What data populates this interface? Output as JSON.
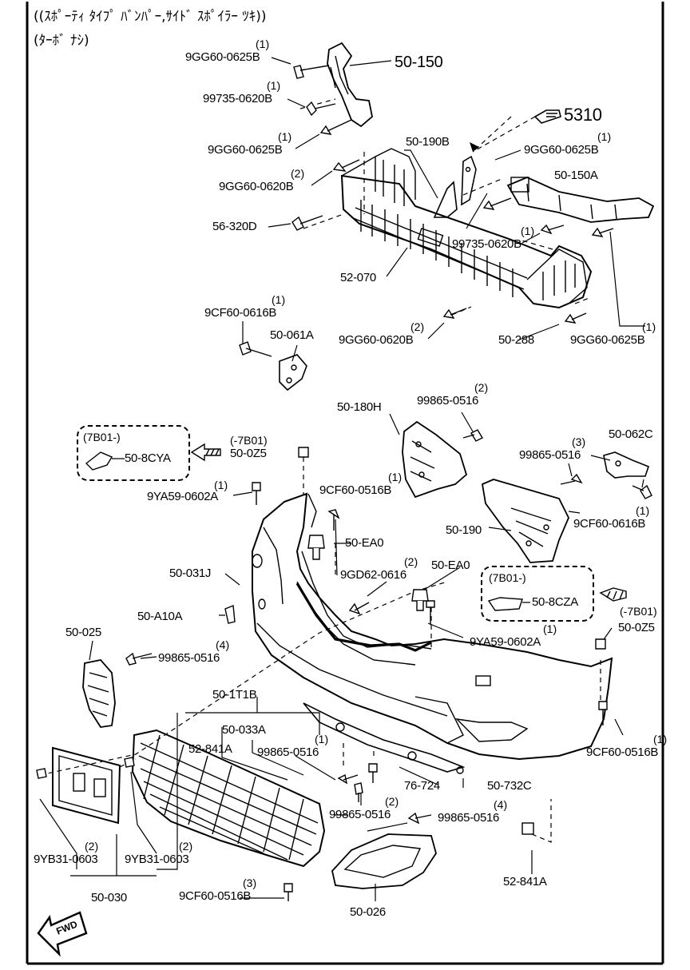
{
  "header": {
    "line1": "((ｽﾎﾟｰﾃｨ ﾀｲﾌﾟ ﾊﾞﾝﾊﾟｰ,ｻｲﾄﾞ ｽﾎﾟｲﾗｰ ﾂｷ))",
    "line2": "(ﾀｰﾎﾞ ﾅｼ)"
  },
  "callouts": {
    "c1": {
      "part": "9GG60-0625B",
      "qty": "(1)"
    },
    "c2": {
      "part": "50-150"
    },
    "c3": {
      "part": "99735-0620B",
      "qty": "(1)"
    },
    "c4": {
      "part": "9GG60-0625B",
      "qty": "(1)"
    },
    "c5": {
      "part": "5310"
    },
    "c6": {
      "part": "50-190B"
    },
    "c7": {
      "part": "9GG60-0625B",
      "qty": "(1)"
    },
    "c8": {
      "part": "9GG60-0620B",
      "qty": "(2)"
    },
    "c9": {
      "part": "50-150A"
    },
    "c10": {
      "part": "56-320D"
    },
    "c11": {
      "part": "99735-0620B",
      "qty": "(1)"
    },
    "c12": {
      "part": "52-070"
    },
    "c13": {
      "part": "9CF60-0616B",
      "qty": "(1)"
    },
    "c14": {
      "part": "50-061A"
    },
    "c15": {
      "part": "9GG60-0620B",
      "qty": "(2)"
    },
    "c16": {
      "part": "50-288"
    },
    "c17": {
      "part": "9GG60-0625B",
      "qty": "(1)"
    },
    "c18": {
      "part": "50-180H"
    },
    "c19": {
      "part": "99865-0516",
      "qty": "(2)"
    },
    "c20": {
      "part": "50-062C"
    },
    "c21": {
      "part": "50-8CYA"
    },
    "c22": {
      "part": "50-0Z5",
      "range": "(-7B01)"
    },
    "c23": {
      "part": "99865-0516",
      "qty": "(3)"
    },
    "c24": {
      "part": "9YA59-0602A",
      "qty": "(1)"
    },
    "c25": {
      "part": "9CF60-0516B",
      "qty": "(1)"
    },
    "c26": {
      "part": "9CF60-0616B",
      "qty": "(1)"
    },
    "c27": {
      "part": "50-190"
    },
    "c28": {
      "part": "50-EA0"
    },
    "c29": {
      "part": "50-031J"
    },
    "c30": {
      "part": "9GD62-0616",
      "qty": "(2)"
    },
    "c31": {
      "part": "50-EA0"
    },
    "c32": {
      "part": "50-8CZA"
    },
    "c33": {
      "part": "50-A10A"
    },
    "c34": {
      "part": "50-0Z5",
      "range": "(-7B01)"
    },
    "c35": {
      "part": "9YA59-0602A",
      "qty": "(1)"
    },
    "c36": {
      "part": "50-025"
    },
    "c37": {
      "part": "99865-0516",
      "qty": "(4)"
    },
    "c38": {
      "part": "50-1T1B"
    },
    "c39": {
      "part": "50-033A"
    },
    "c40": {
      "part": "52-841A"
    },
    "c41": {
      "part": "99865-0516",
      "qty": "(1)"
    },
    "c42": {
      "part": "9CF60-0516B",
      "qty": "(1)"
    },
    "c43": {
      "part": "76-724"
    },
    "c44": {
      "part": "50-732C"
    },
    "c45": {
      "part": "99865-0516",
      "qty": "(2)"
    },
    "c46": {
      "part": "99865-0516",
      "qty": "(4)"
    },
    "c47": {
      "part": "9YB31-0603",
      "qty": "(2)"
    },
    "c48": {
      "part": "9YB31-0603",
      "qty": "(2)"
    },
    "c49": {
      "part": "52-841A"
    },
    "c50": {
      "part": "50-030"
    },
    "c51": {
      "part": "9CF60-0516B",
      "qty": "(3)"
    },
    "c52": {
      "part": "50-026"
    }
  },
  "variant_boxes": {
    "left": {
      "label": "(7B01-)"
    },
    "right": {
      "label": "(7B01-)"
    }
  },
  "fwd_arrow": {
    "label": "FWD"
  },
  "icons": [
    "hand-pointer-icon",
    "fwd-arrow-icon",
    "hatched-arrow-icon"
  ]
}
